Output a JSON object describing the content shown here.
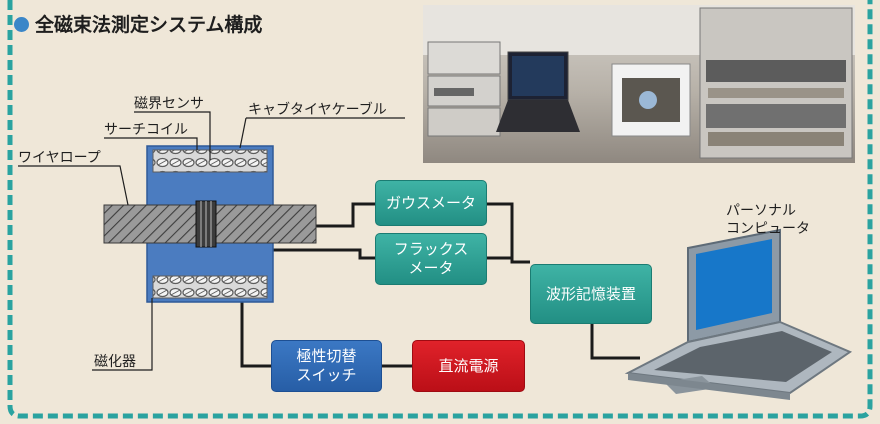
{
  "title": "全磁束法測定システム構成",
  "labels": {
    "magnetic_sensor": "磁界センサ",
    "cabtire_cable": "キャブタイヤケーブル",
    "search_coil": "サーチコイル",
    "wire_rope": "ワイヤロープ",
    "magnetizer": "磁化器",
    "personal_computer": "パーソナル\nコンピュータ"
  },
  "blocks": {
    "gauss_meter": "ガウスメータ",
    "flux_meter": "フラックス\nメータ",
    "waveform_recorder": "波形記憶装置",
    "polarity_switch": "極性切替\nスイッチ",
    "dc_power": "直流電源"
  },
  "colors": {
    "teal_block": "#2aa195",
    "blue_block": "#2f69b3",
    "red_block": "#d0161e",
    "frame_border": "#2aa3a0",
    "title_dot": "#3a86c8"
  }
}
